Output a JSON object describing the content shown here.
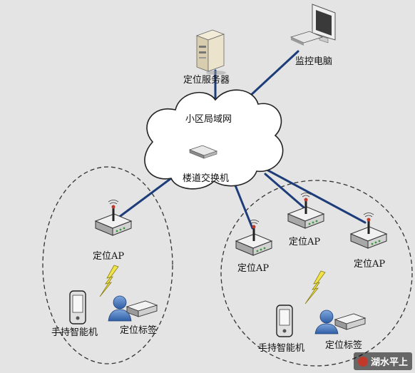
{
  "nodes": {
    "server": "定位服务器",
    "monitor_pc": "监控电脑",
    "lan": "小区局域网",
    "switch": "楼道交换机",
    "ap_left": "定位AP",
    "ap_mid_left": "定位AP",
    "ap_mid_top": "定位AP",
    "ap_right": "定位AP",
    "handheld_left": "手持智能机",
    "tag_left": "定位标签",
    "handheld_right": "手持智能机",
    "tag_right": "定位标签"
  },
  "watermark": "湖水平上",
  "colors": {
    "link": "#1d3d7a",
    "lightning": "#f1e34a",
    "cloud": "#ffffff",
    "zone_border": "#333333"
  }
}
